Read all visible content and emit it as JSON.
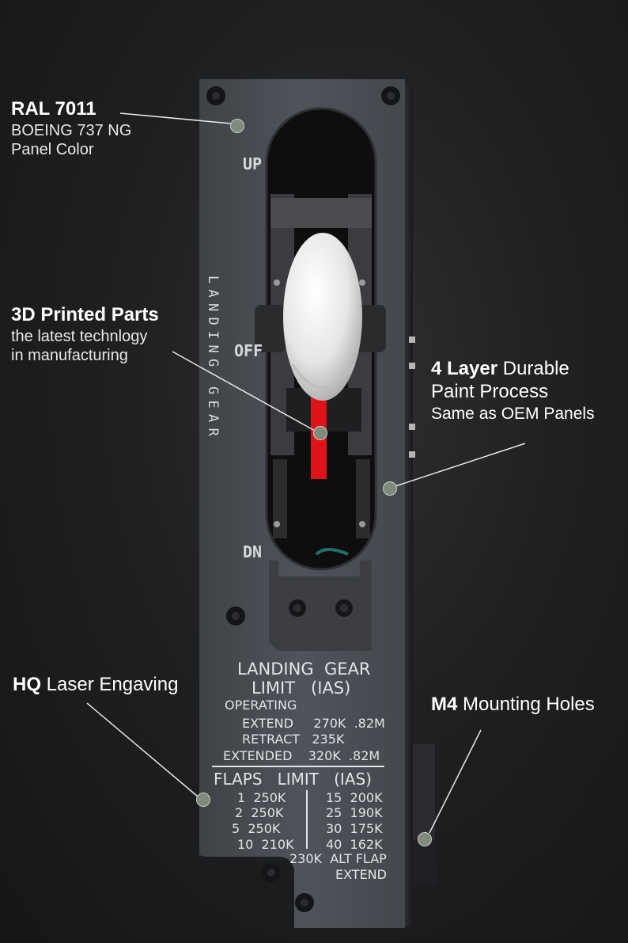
{
  "colors": {
    "background": "#1c1d1f",
    "panel": "#4a4d52",
    "dot": "#7e8a7a",
    "lever": "#e0121a",
    "knob": "#eeeeee"
  },
  "callouts": {
    "ral": {
      "title": "RAL 7011",
      "line1": "BOEING 737 NG",
      "line2": "Panel Color"
    },
    "printed": {
      "title": "3D Printed Parts",
      "line1": "the latest technlogy",
      "line2": "in manufacturing"
    },
    "paint": {
      "bold": "4 Layer",
      "rest": " Durable",
      "line2": "Paint Process",
      "line3": "Same as OEM Panels"
    },
    "laser": {
      "bold": "HQ",
      "rest": " Laser Engaving"
    },
    "mount": {
      "bold": "M4",
      "rest": " Mounting Holes"
    }
  },
  "panel": {
    "pos_up": "UP",
    "pos_off": "OFF",
    "pos_dn": "DN",
    "vertical_label": [
      "L",
      "A",
      "N",
      "D",
      "I",
      "N",
      "G",
      "",
      "G",
      "E",
      "A",
      "R"
    ]
  },
  "placard": {
    "title1": "LANDING  GEAR",
    "title2": "LIMIT   (IAS)",
    "operating": "OPERATING",
    "extend": "EXTEND     270K  .82M",
    "retract": "RETRACT   235K",
    "extended": "EXTENDED    320K  .82M",
    "flaps_header": "FLAPS   LIMIT   (IAS)",
    "flaps_left": [
      "1  250K",
      "2  250K",
      "5  250K",
      "10  210K"
    ],
    "flaps_right": [
      "15  200K",
      "25  190K",
      "30  175K",
      "40  162K"
    ],
    "alt1": "230K  ALT FLAP",
    "alt2": "EXTEND"
  }
}
